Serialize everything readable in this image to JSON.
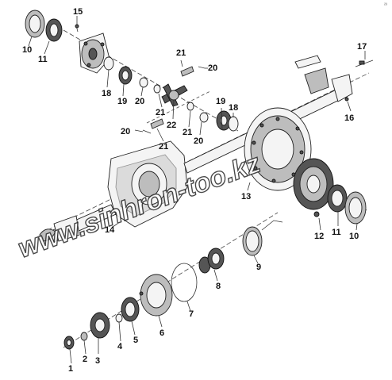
{
  "watermark": "www.sinhron-too.kz",
  "corner_mark": "²³",
  "labels": {
    "p1": "1",
    "p2": "2",
    "p3": "3",
    "p4": "4",
    "p5": "5",
    "p6": "6",
    "p7": "7",
    "p8": "8",
    "p9": "9",
    "p10a": "10",
    "p10b": "10",
    "p11a": "11",
    "p11b": "11",
    "p12": "12",
    "p13": "13",
    "p14": "14",
    "p15": "15",
    "p16": "16",
    "p17": "17",
    "p18a": "18",
    "p18b": "18",
    "p19a": "19",
    "p19b": "19",
    "p20a": "20",
    "p20b": "20",
    "p20c": "20",
    "p20d": "20",
    "p21a": "21",
    "p21b": "21",
    "p21c": "21",
    "p21d": "21",
    "p22": "22"
  }
}
